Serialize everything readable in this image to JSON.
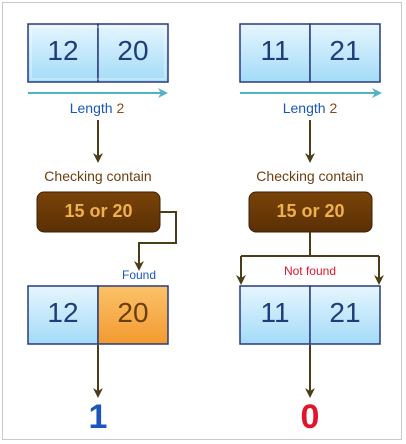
{
  "left": {
    "input_cells": [
      "12",
      "20"
    ],
    "length_label": "Length",
    "length_value": "2",
    "check_label": "Checking contain",
    "condition": "15 or 20",
    "status": "Found",
    "output_cells": [
      "12",
      "20"
    ],
    "highlighted_cell": 1,
    "result": "1"
  },
  "right": {
    "input_cells": [
      "11",
      "21"
    ],
    "length_label": "Length",
    "length_value": "2",
    "check_label": "Checking contain",
    "condition": "15 or 20",
    "status": "Not found",
    "output_cells": [
      "11",
      "21"
    ],
    "highlighted_cell": -1,
    "result": "0"
  },
  "colors": {
    "cell_fill_light": "#e3f4fd",
    "cell_fill_dark": "#9fd9f8",
    "cell_border": "#2a3b7a",
    "highlight_fill": "#f6a640",
    "highlight_text": "#6a3d0c",
    "cell_text": "#1f3d7a",
    "length_arrow": "#52b3c6",
    "length_text": "#1a57b8",
    "length_value": "#8a4a10",
    "check_text": "#6b3e10",
    "condition_fill": "#6b3a07",
    "condition_text": "#f0b14a",
    "found_text": "#1a57b8",
    "not_found_text": "#e0142a",
    "result_true": "#1a57b8",
    "result_false": "#e0142a",
    "arrow": "#4a3d18"
  }
}
